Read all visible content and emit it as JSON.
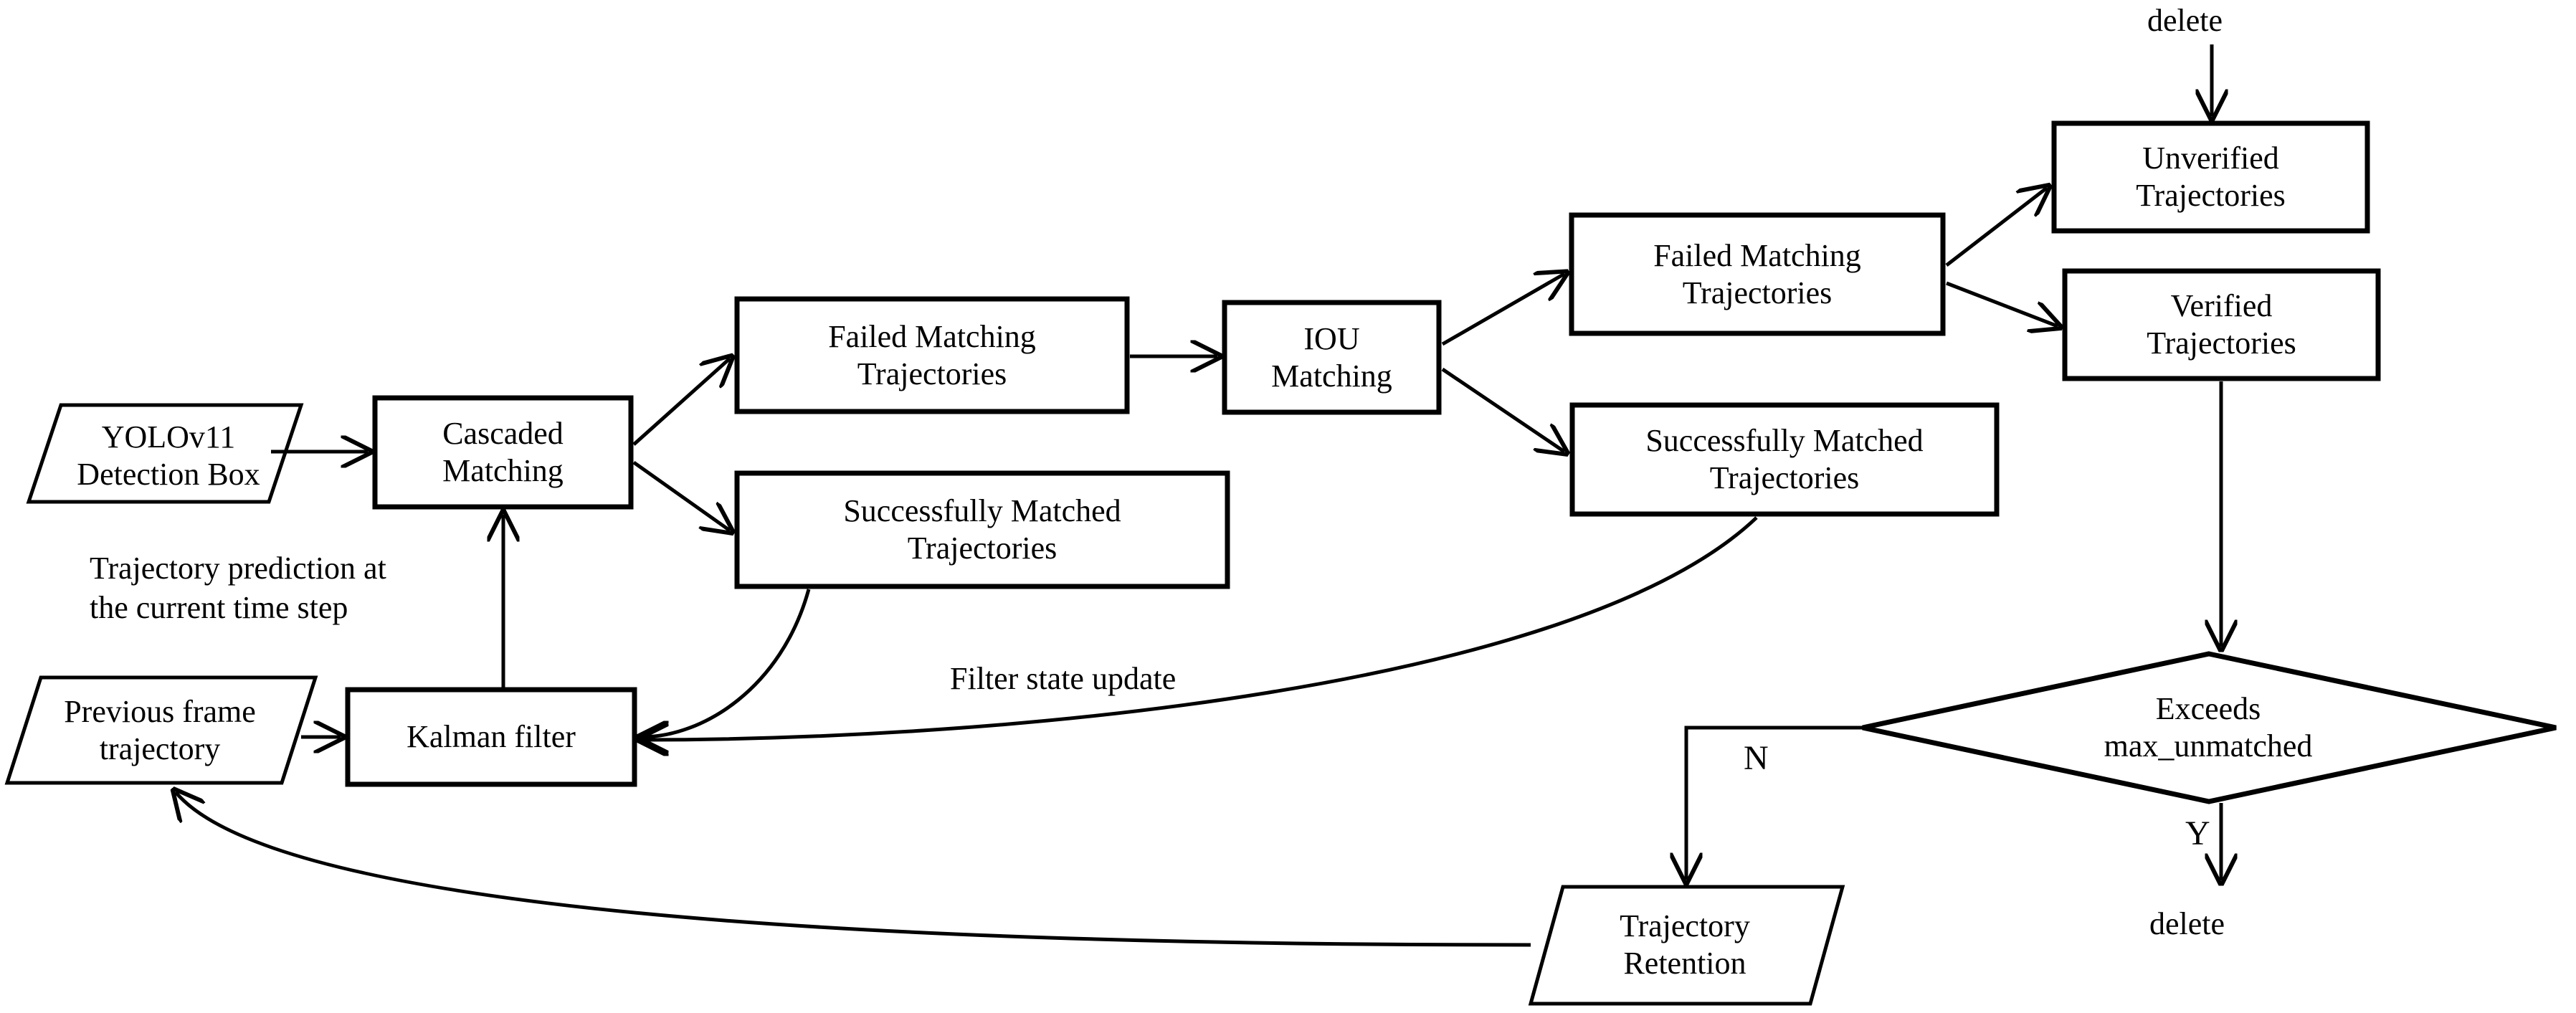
{
  "diagram": {
    "title_visible": false,
    "type": "flowchart",
    "background_color": "#ffffff",
    "line_color": "#000000",
    "text_color": "#000000"
  },
  "nodes": {
    "yolo_detection": {
      "shape": "parallelogram",
      "lines": [
        "YOLOv11",
        "Detection Box"
      ]
    },
    "cascaded_matching": {
      "shape": "rect",
      "lines": [
        "Cascaded",
        "Matching"
      ]
    },
    "failed_matching_1": {
      "shape": "rect",
      "lines": [
        "Failed Matching",
        "Trajectories"
      ]
    },
    "successfully_matched_1": {
      "shape": "rect",
      "lines": [
        "Successfully Matched",
        "Trajectories"
      ]
    },
    "iou_matching": {
      "shape": "rect",
      "lines": [
        "IOU",
        "Matching"
      ]
    },
    "failed_matching_2": {
      "shape": "rect",
      "lines": [
        "Failed Matching",
        "Trajectories"
      ]
    },
    "successfully_matched_2": {
      "shape": "rect",
      "lines": [
        "Successfully Matched",
        "Trajectories"
      ]
    },
    "unverified_trajectories": {
      "shape": "rect",
      "lines": [
        "Unverified",
        "Trajectories"
      ]
    },
    "verified_trajectories": {
      "shape": "rect",
      "lines": [
        "Verified",
        "Trajectories"
      ]
    },
    "exceeds_max_unmatched": {
      "shape": "diamond",
      "lines": [
        "Exceeds",
        "max_unmatched"
      ]
    },
    "previous_frame_trajectory": {
      "shape": "parallelogram",
      "lines": [
        "Previous frame",
        "trajectory"
      ]
    },
    "kalman_filter": {
      "shape": "rect",
      "lines": [
        "Kalman filter"
      ]
    },
    "trajectory_retention": {
      "shape": "parallelogram",
      "lines": [
        "Trajectory",
        "Retention"
      ]
    }
  },
  "labels": {
    "delete_top": "delete",
    "delete_bottom": "delete",
    "trajectory_prediction": [
      "Trajectory prediction at",
      "the current time step"
    ],
    "filter_state_update": "Filter state update",
    "branch_no": "N",
    "branch_yes": "Y"
  },
  "edges": [
    {
      "from": "yolo_detection",
      "to": "cascaded_matching",
      "label": ""
    },
    {
      "from": "kalman_filter",
      "to": "cascaded_matching",
      "label": "Trajectory prediction at the current time step"
    },
    {
      "from": "cascaded_matching",
      "to": "failed_matching_1",
      "label": ""
    },
    {
      "from": "cascaded_matching",
      "to": "successfully_matched_1",
      "label": ""
    },
    {
      "from": "failed_matching_1",
      "to": "iou_matching",
      "label": ""
    },
    {
      "from": "iou_matching",
      "to": "failed_matching_2",
      "label": ""
    },
    {
      "from": "iou_matching",
      "to": "successfully_matched_2",
      "label": ""
    },
    {
      "from": "failed_matching_2",
      "to": "unverified_trajectories",
      "label": ""
    },
    {
      "from": "failed_matching_2",
      "to": "verified_trajectories",
      "label": ""
    },
    {
      "from": "delete_top",
      "to": "unverified_trajectories",
      "label": "delete"
    },
    {
      "from": "verified_trajectories",
      "to": "exceeds_max_unmatched",
      "label": ""
    },
    {
      "from": "successfully_matched_1",
      "to": "kalman_filter",
      "label": "Filter state update"
    },
    {
      "from": "successfully_matched_2",
      "to": "kalman_filter",
      "label": ""
    },
    {
      "from": "previous_frame_trajectory",
      "to": "kalman_filter",
      "label": ""
    },
    {
      "from": "exceeds_max_unmatched",
      "to": "trajectory_retention",
      "label": "N"
    },
    {
      "from": "exceeds_max_unmatched",
      "to": "delete_bottom",
      "label": "Y"
    },
    {
      "from": "trajectory_retention",
      "to": "previous_frame_trajectory",
      "label": ""
    }
  ]
}
